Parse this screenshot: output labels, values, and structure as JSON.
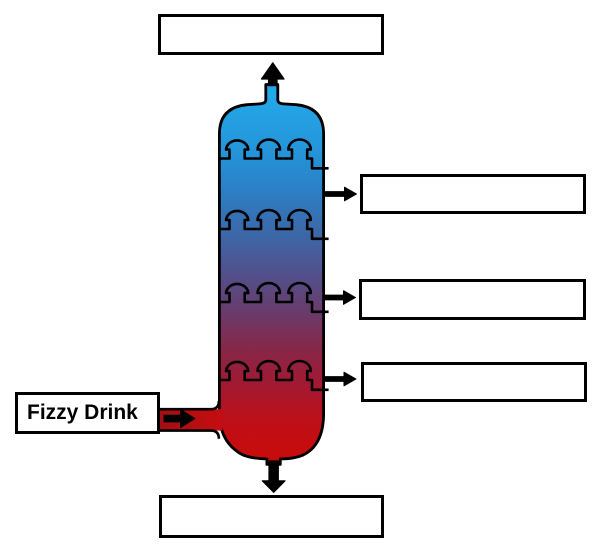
{
  "diagram": {
    "kind": "fractional-distillation-column",
    "feed": {
      "label": "Fizzy Drink"
    },
    "answer_boxes": {
      "top": "",
      "right_upper": "",
      "right_middle": "",
      "right_lower": "",
      "bottom": ""
    },
    "column": {
      "tray_count": 4,
      "top_color": "#23A8E8",
      "middle_color": "#52508B",
      "bottom_color": "#C40B0C",
      "outline_color": "#000000"
    },
    "arrows": {
      "color": "#000000",
      "directions": [
        "up",
        "right",
        "right",
        "right",
        "left-feed-in",
        "down"
      ]
    }
  }
}
